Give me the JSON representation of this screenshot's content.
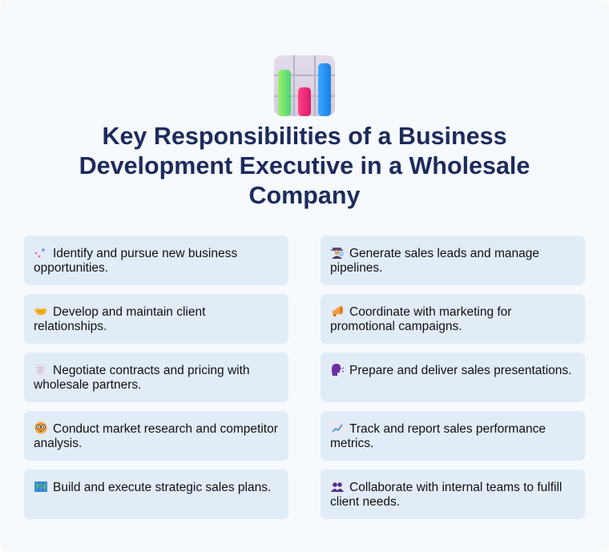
{
  "header": {
    "icon": "bar-chart-icon",
    "title": "Key Responsibilities of a Business Development Executive in a Wholesale Company"
  },
  "colors": {
    "background": "#f6faff",
    "title": "#1d2b5c",
    "card_background": "#e1ecf7",
    "card_text": "#111111"
  },
  "responsibilities": {
    "left": [
      {
        "icon": "rocket-icon",
        "text": "Identify and pursue new business opportunities."
      },
      {
        "icon": "handshake-icon",
        "text": "Develop and maintain client relationships."
      },
      {
        "icon": "document-icon",
        "text": "Negotiate contracts and pricing with wholesale partners."
      },
      {
        "icon": "face-with-monocle-icon",
        "text": "Conduct market research and competitor analysis."
      },
      {
        "icon": "map-icon",
        "text": "Build and execute strategic sales plans."
      }
    ],
    "right": [
      {
        "icon": "detective-icon",
        "text": "Generate sales leads and manage pipelines."
      },
      {
        "icon": "megaphone-icon",
        "text": "Coordinate with marketing for promotional campaigns."
      },
      {
        "icon": "speaking-head-icon",
        "text": "Prepare and deliver sales presentations."
      },
      {
        "icon": "chart-increasing-icon",
        "text": "Track and report sales performance metrics."
      },
      {
        "icon": "people-icon",
        "text": "Collaborate with internal teams to fulfill client needs."
      }
    ]
  }
}
